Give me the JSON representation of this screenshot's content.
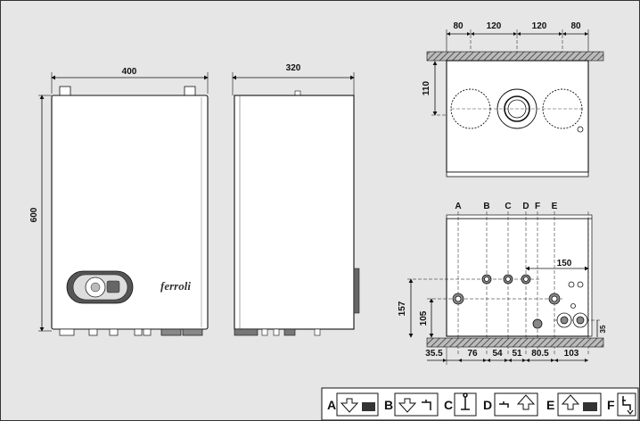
{
  "front_view": {
    "width_label": "400",
    "height_label": "600",
    "brand_logo": "ferroli"
  },
  "side_view": {
    "depth_label": "320"
  },
  "top_view": {
    "dims": [
      "80",
      "120",
      "120",
      "80"
    ],
    "height_label": "110"
  },
  "bottom_view": {
    "connection_labels": [
      "A",
      "B",
      "C",
      "D",
      "F",
      "E"
    ],
    "width_150": "150",
    "height_157": "157",
    "height_105": "105",
    "height_35": "35",
    "bottom_dims": [
      "35.5",
      "76",
      "54",
      "51",
      "80.5",
      "103"
    ]
  },
  "legend": {
    "items": [
      {
        "letter": "A",
        "icon": "heating-flow-icon"
      },
      {
        "letter": "B",
        "icon": "dhw-outlet-icon"
      },
      {
        "letter": "C",
        "icon": "gas-inlet-icon"
      },
      {
        "letter": "D",
        "icon": "cold-water-inlet-icon"
      },
      {
        "letter": "E",
        "icon": "heating-return-icon"
      },
      {
        "letter": "F",
        "icon": "safety-valve-drain-icon"
      }
    ]
  }
}
